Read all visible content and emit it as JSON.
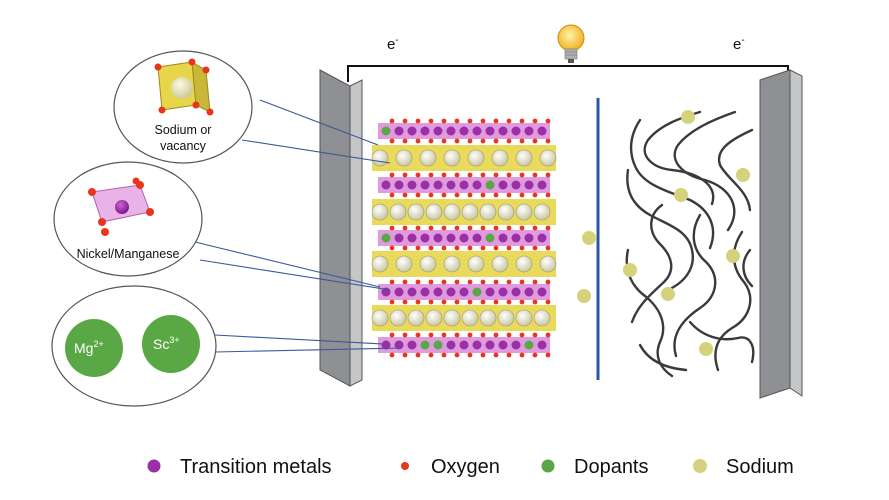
{
  "circuit": {
    "electron_left": "e",
    "electron_right": "e",
    "electron_sup": "-"
  },
  "callouts": {
    "sodium_site": {
      "line1": "Sodium or",
      "line2": "vacancy"
    },
    "tm_site": {
      "label": "Nickel/Manganese"
    },
    "dopants": {
      "mg": {
        "base": "Mg",
        "sup": "2+"
      },
      "sc": {
        "base": "Sc",
        "sup": "3+"
      }
    }
  },
  "legend": {
    "items": [
      {
        "label": "Transition metals",
        "color": "#9b2fa6"
      },
      {
        "label": "Oxygen",
        "color": "#e8361c"
      },
      {
        "label": "Dopants",
        "color": "#5aa845"
      },
      {
        "label": "Sodium",
        "color": "#d4d27c"
      }
    ]
  },
  "colors": {
    "electrode": "#9ea0a3",
    "separator": "#2b57a6",
    "sodium_layer": "#e8d64a",
    "tm_layer": "#d98ad8",
    "dopant": "#5aa845"
  }
}
